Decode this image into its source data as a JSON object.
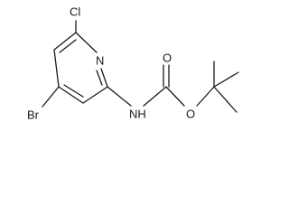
{
  "molecule": {
    "atom_labels": {
      "chlorine": "Cl",
      "ring_nitrogen": "N",
      "bromine": "Br",
      "amide_nitrogen": "NH",
      "carbonyl_oxygen": "O",
      "ester_oxygen": "O"
    }
  }
}
